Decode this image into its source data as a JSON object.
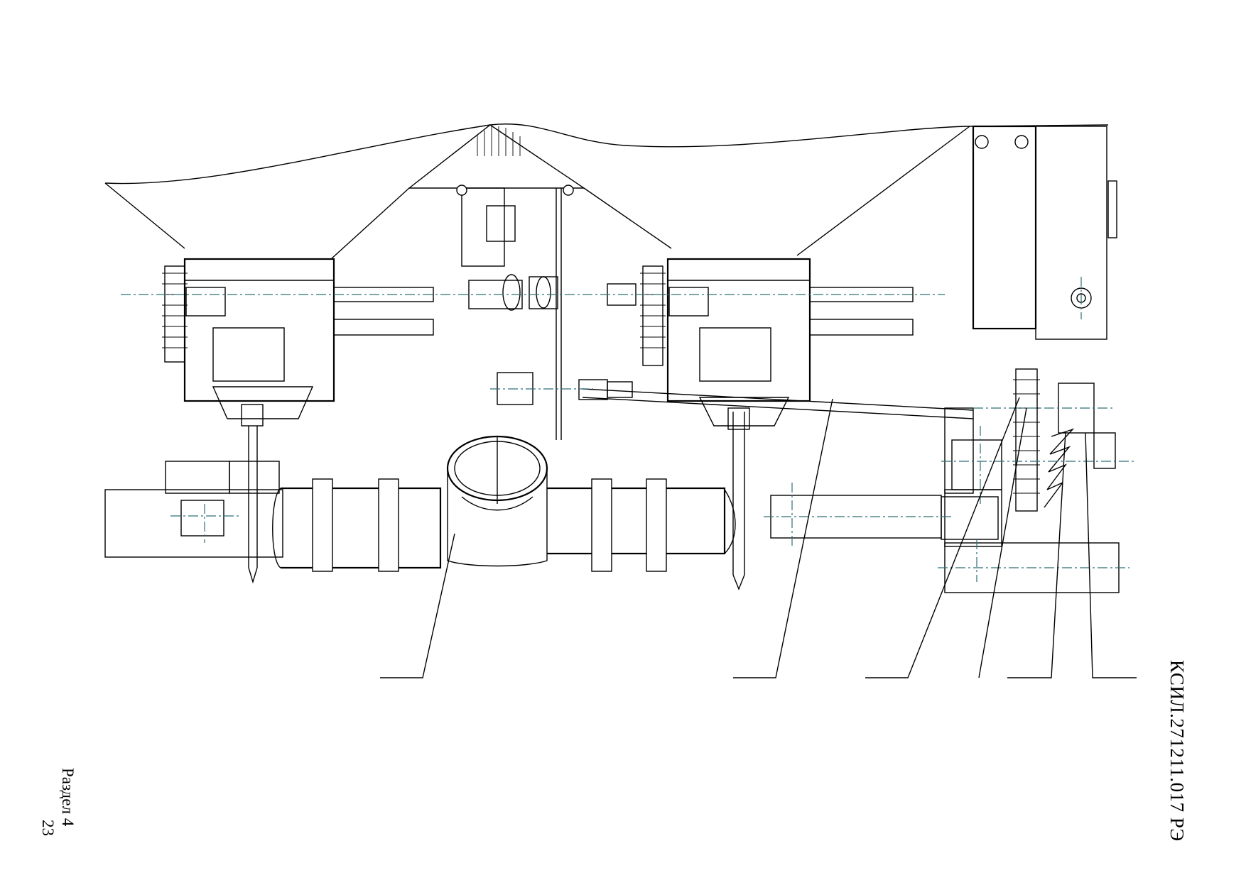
{
  "document": {
    "code": "КСИЛ.271211.017 РЭ",
    "section": "Раздел 4",
    "page_number": "23"
  },
  "drawing": {
    "subject": "mechanical assembly drawing",
    "line_color": "#000000",
    "axis_line_color": "#2f6f78",
    "leader_count": 6
  }
}
